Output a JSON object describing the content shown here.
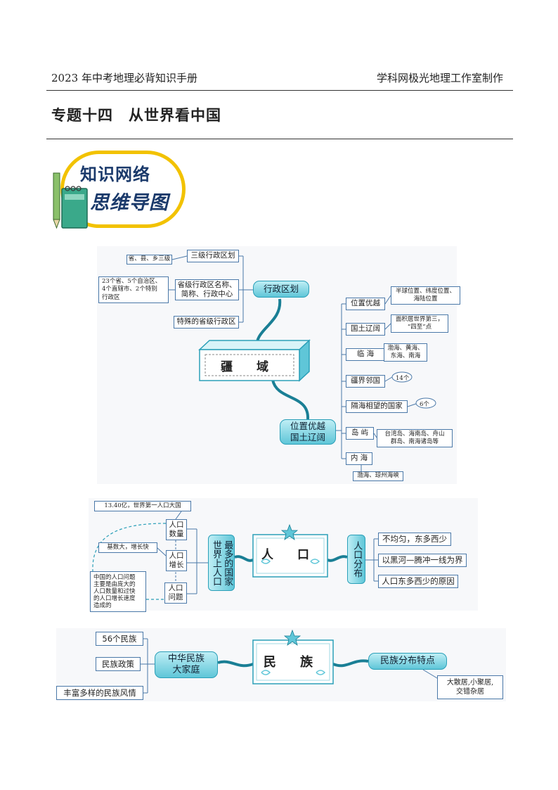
{
  "header": {
    "left": "2023 年中考地理必背知识手册",
    "right": "学科网极光地理工作室制作"
  },
  "title": {
    "part1": "专题十四",
    "part2": "从世界看中国"
  },
  "badge": {
    "line1": "知识网络",
    "line2": "思维导图"
  },
  "territory": {
    "center": "疆 域",
    "branch1": "行政区划",
    "branch2_line1": "位置优越",
    "branch2_line2": "国土辽阔",
    "admin": [
      {
        "label": "三级行政区划",
        "note": "省、县、乡三级"
      },
      {
        "label_l1": "省级行政区名称、",
        "label_l2": "简称、行政中心",
        "note_l1": "23个省、5个自治区、",
        "note_l2": "4个直辖市、2个特别",
        "note_l3": "行政区"
      },
      {
        "label": "特殊的省级行政区"
      }
    ],
    "position": [
      {
        "label": "位置优越",
        "note_l1": "半球位置、纬度位置、",
        "note_l2": "海陆位置"
      },
      {
        "label": "国土辽阔",
        "note_l1": "面积居世界第三，",
        "note_l2": "“四至”点"
      },
      {
        "label": "临 海",
        "note_l1": "渤海、黄海、",
        "note_l2": "东海、南海"
      },
      {
        "label": "疆界邻国",
        "note": "14个"
      },
      {
        "label": "隔海相望的国家",
        "note": "6个"
      },
      {
        "label": "岛 屿",
        "note_l1": "台湾岛、海南岛、舟山",
        "note_l2": "群岛、南海诸岛等"
      },
      {
        "label": "内 海",
        "note": "渤海、琼州海峡"
      }
    ]
  },
  "population": {
    "center": "人 口",
    "left_label_chars": [
      "世界上人口",
      "最多的国家"
    ],
    "right_label": "人口分布",
    "left_items": [
      {
        "l1": "人口",
        "l2": "数量",
        "note": "13.40亿，世界第一人口大国"
      },
      {
        "l1": "人口",
        "l2": "增长",
        "note": "基数大，增长快"
      },
      {
        "l1": "人口",
        "l2": "问题"
      }
    ],
    "problem_note": [
      "中国的人口问题",
      "主要是由庞大的",
      "人口数量和过快",
      "的人口增长速度",
      "造成的"
    ],
    "right_items": [
      "不均匀，东多西少",
      "以黑河—腾冲一线为界",
      "人口东多西少的原因"
    ]
  },
  "ethnic": {
    "center": "民 族",
    "left_label_l1": "中华民族",
    "left_label_l2": "大家庭",
    "right_label": "民族分布特点",
    "left_items": [
      "56个民族",
      "民族政策",
      "丰富多样的民族风情"
    ],
    "right_note_l1": "大散居,小聚居,",
    "right_note_l2": "交错杂居"
  },
  "colors": {
    "accent": "#2a9fb8",
    "line": "#4a78a8",
    "badge_border": "#f2c200",
    "badge_text": "#1b3a6b"
  }
}
